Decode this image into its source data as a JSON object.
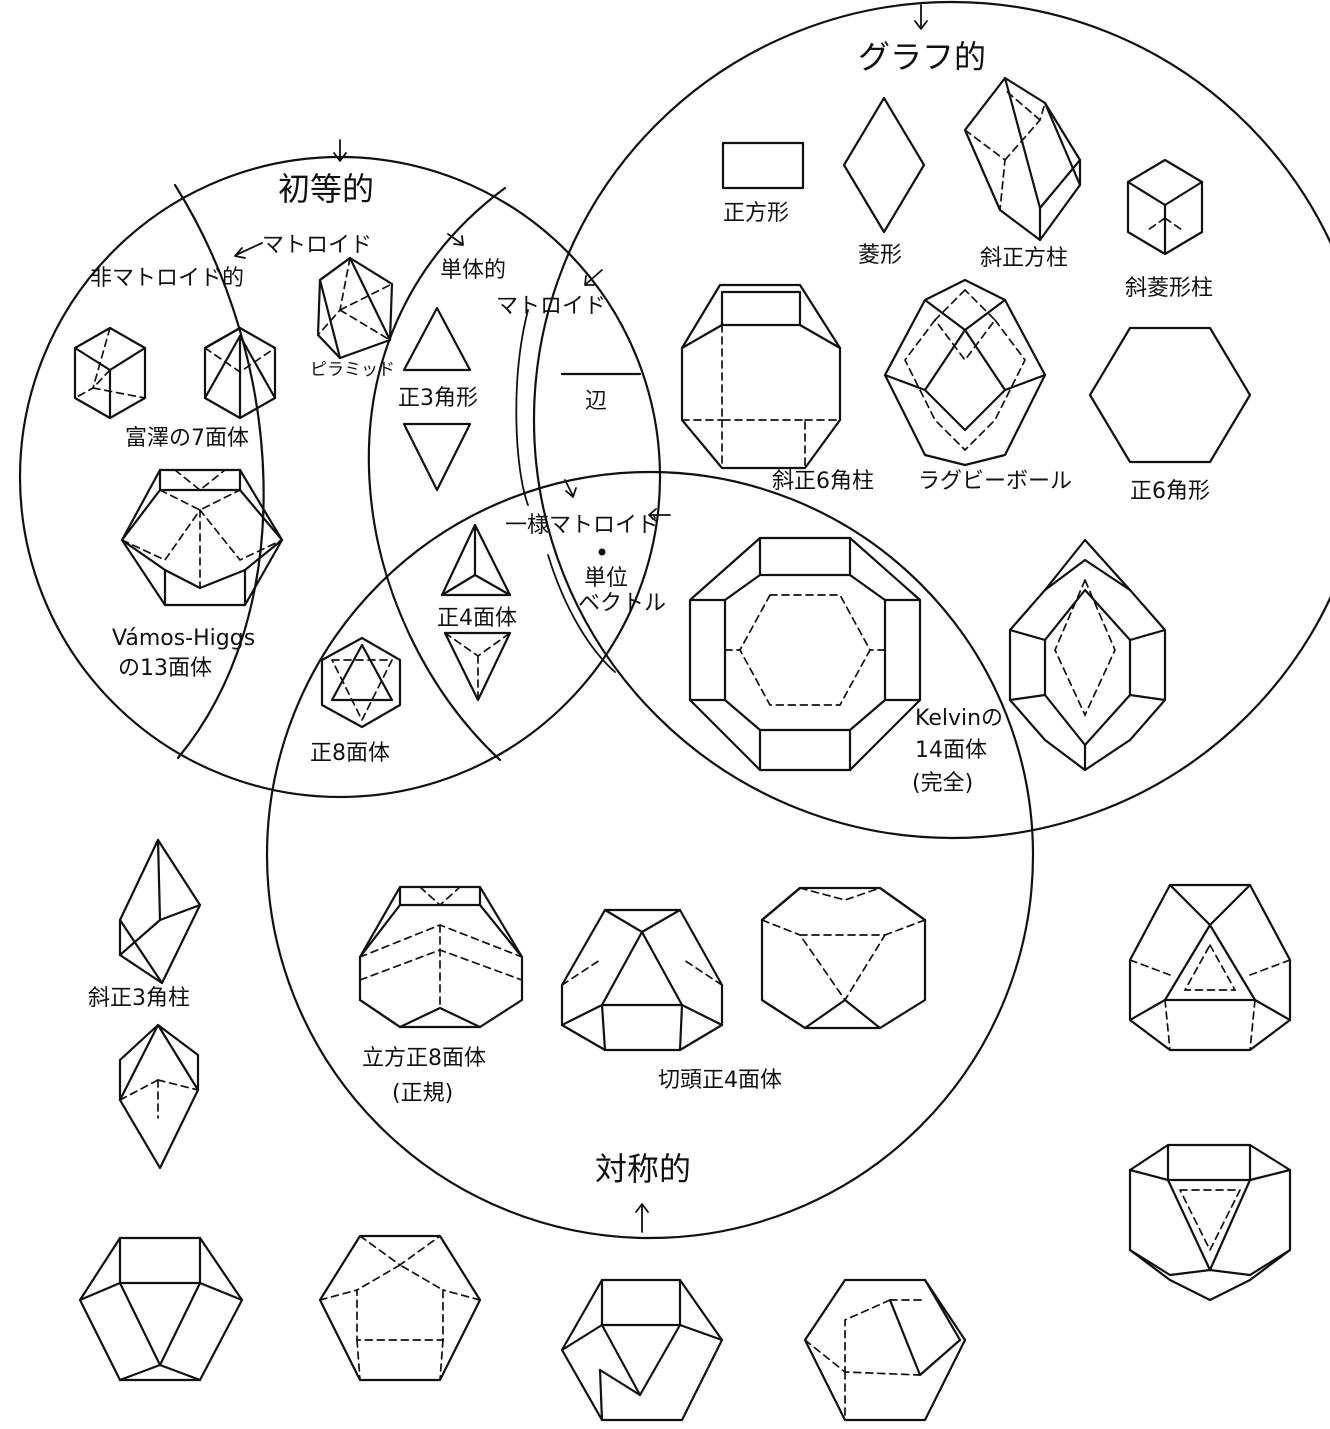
{
  "regions": {
    "graph": "グラフ的",
    "elementary": "初等的",
    "symmetric": "対称的"
  },
  "labels": {
    "non_matroid": "非マトロイド的",
    "matroid_arrow": "マトロイド",
    "simplicial": "単体的",
    "matroid": "マトロイド",
    "uniform_matroid": "一様マトロイド",
    "unit_vector_l1": "単位",
    "unit_vector_l2": "ベクトル"
  },
  "shapes": {
    "pyramid": "ピラミッド",
    "square": "正方形",
    "rhombus": "菱形",
    "oblique_square_prism": "斜正方柱",
    "oblique_rhombic_prism": "斜菱形柱",
    "oblique_hex_prism": "斜正6角柱",
    "rugby_ball": "ラグビーボール",
    "regular_hexagon": "正6角形",
    "triangle": "正3角形",
    "edge": "辺",
    "tomizawa": "富澤の7面体",
    "vamos_l1": "Vámos-Higgs",
    "vamos_l2": "の13面体",
    "tetrahedron": "正4面体",
    "octahedron": "正8面体",
    "kelvin_l1": "Kelvinの",
    "kelvin_l2": "14面体",
    "kelvin_l3": "(完全)",
    "cubocta_l1": "立方正8面体",
    "cubocta_l2": "(正規)",
    "trunc_tetra": "切頭正4面体",
    "oblique_tri_prism": "斜正3角柱"
  }
}
